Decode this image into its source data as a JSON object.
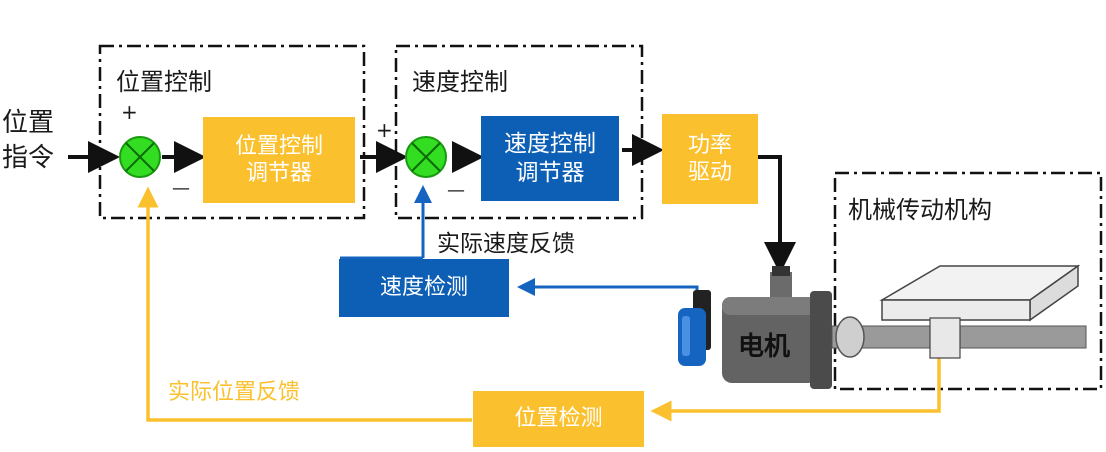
{
  "groups": {
    "position_control": "位置控制",
    "speed_control": "速度控制",
    "mechanical": "机械传动机构"
  },
  "input_label": "位置\n指令",
  "blocks": {
    "pos_regulator": "位置控制\n调节器",
    "speed_regulator": "速度控制\n调节器",
    "power_drive": "功率\n驱动",
    "speed_detect": "速度检测",
    "pos_detect": "位置检测",
    "motor": "电机"
  },
  "signs": {
    "plus": "+",
    "minus": "—"
  },
  "feedback": {
    "speed": "实际速度反馈",
    "position": "实际位置反馈"
  },
  "colors": {
    "yellow": "#fbc02d",
    "blue": "#0d5fb5",
    "green": "#33dd22",
    "black": "#111111"
  }
}
